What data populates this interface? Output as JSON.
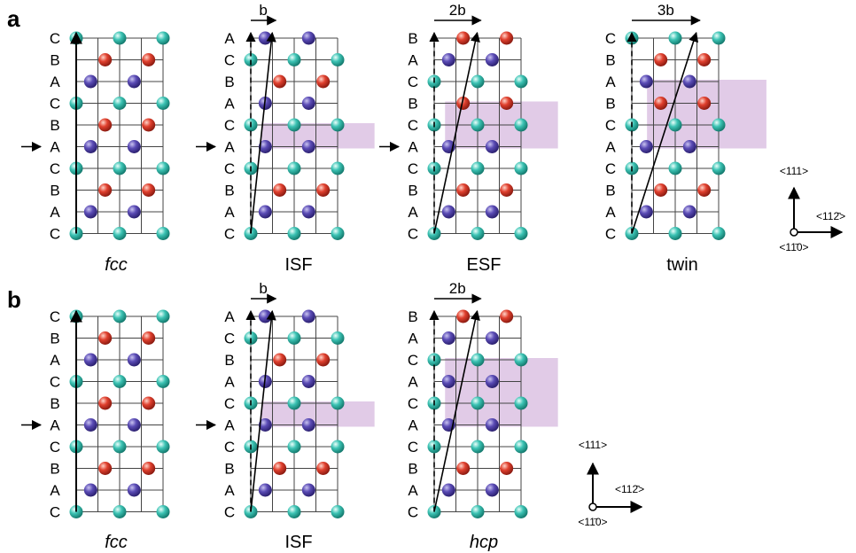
{
  "colors": {
    "A": "#5a4bb5",
    "B": "#e0402e",
    "C": "#3cc3b4",
    "shade": "#dcc2e3",
    "grid": "#444444"
  },
  "panels": [
    {
      "panel": "a",
      "label": "a",
      "items": [
        {
          "caption": "fcc",
          "italic": true,
          "stack": [
            "C",
            "B",
            "A",
            "C",
            "B",
            "A",
            "C",
            "B",
            "A",
            "C"
          ],
          "arrow": null,
          "cols": 5,
          "shift": [
            0,
            0,
            0,
            0,
            0,
            0,
            0,
            0,
            0,
            0
          ],
          "marker": true
        },
        {
          "caption": "ISF",
          "italic": false,
          "stack": [
            "A",
            "C",
            "B",
            "A",
            "C",
            "A",
            "C",
            "B",
            "A",
            "C"
          ],
          "arrow": "b",
          "cols": 5,
          "shift": [
            1,
            1,
            1,
            1,
            1,
            0,
            0,
            0,
            0,
            0
          ],
          "shade": [
            4,
            5
          ],
          "marker": true
        },
        {
          "caption": "ESF",
          "italic": false,
          "stack": [
            "B",
            "A",
            "C",
            "B",
            "C",
            "A",
            "C",
            "B",
            "A",
            "C"
          ],
          "arrow": "2b",
          "cols": 5,
          "shift": [
            2,
            2,
            2,
            2,
            1,
            0,
            0,
            0,
            0,
            0
          ],
          "shade": [
            3,
            5
          ],
          "marker": true
        },
        {
          "caption": "twin",
          "italic": false,
          "stack": [
            "C",
            "B",
            "A",
            "B",
            "C",
            "A",
            "C",
            "B",
            "A",
            "C"
          ],
          "arrow": "3b",
          "cols": 5,
          "shift": [
            3,
            3,
            3,
            2,
            1,
            0,
            0,
            0,
            0,
            0
          ],
          "shade": [
            2,
            5
          ],
          "marker": false
        }
      ]
    },
    {
      "panel": "b",
      "label": "b",
      "items": [
        {
          "caption": "fcc",
          "italic": true,
          "stack": [
            "C",
            "B",
            "A",
            "C",
            "B",
            "A",
            "C",
            "B",
            "A",
            "C"
          ],
          "arrow": null,
          "cols": 5,
          "shift": [
            0,
            0,
            0,
            0,
            0,
            0,
            0,
            0,
            0,
            0
          ],
          "marker": true
        },
        {
          "caption": "ISF",
          "italic": false,
          "stack": [
            "A",
            "C",
            "B",
            "A",
            "C",
            "A",
            "C",
            "B",
            "A",
            "C"
          ],
          "arrow": "b",
          "cols": 5,
          "shift": [
            1,
            1,
            1,
            1,
            1,
            0,
            0,
            0,
            0,
            0
          ],
          "shade": [
            4,
            5
          ],
          "marker": true
        },
        {
          "caption": "hcp",
          "italic": true,
          "stack": [
            "B",
            "A",
            "C",
            "A",
            "C",
            "A",
            "C",
            "B",
            "A",
            "C"
          ],
          "arrow": "2b",
          "cols": 5,
          "shift": [
            2,
            2,
            2,
            1,
            1,
            0,
            0,
            0,
            0,
            0
          ],
          "shade": [
            2,
            5
          ],
          "marker": false
        }
      ]
    }
  ],
  "axes": {
    "up": "<111>",
    "right": "<112̄>",
    "normal": "<11̄0>"
  }
}
